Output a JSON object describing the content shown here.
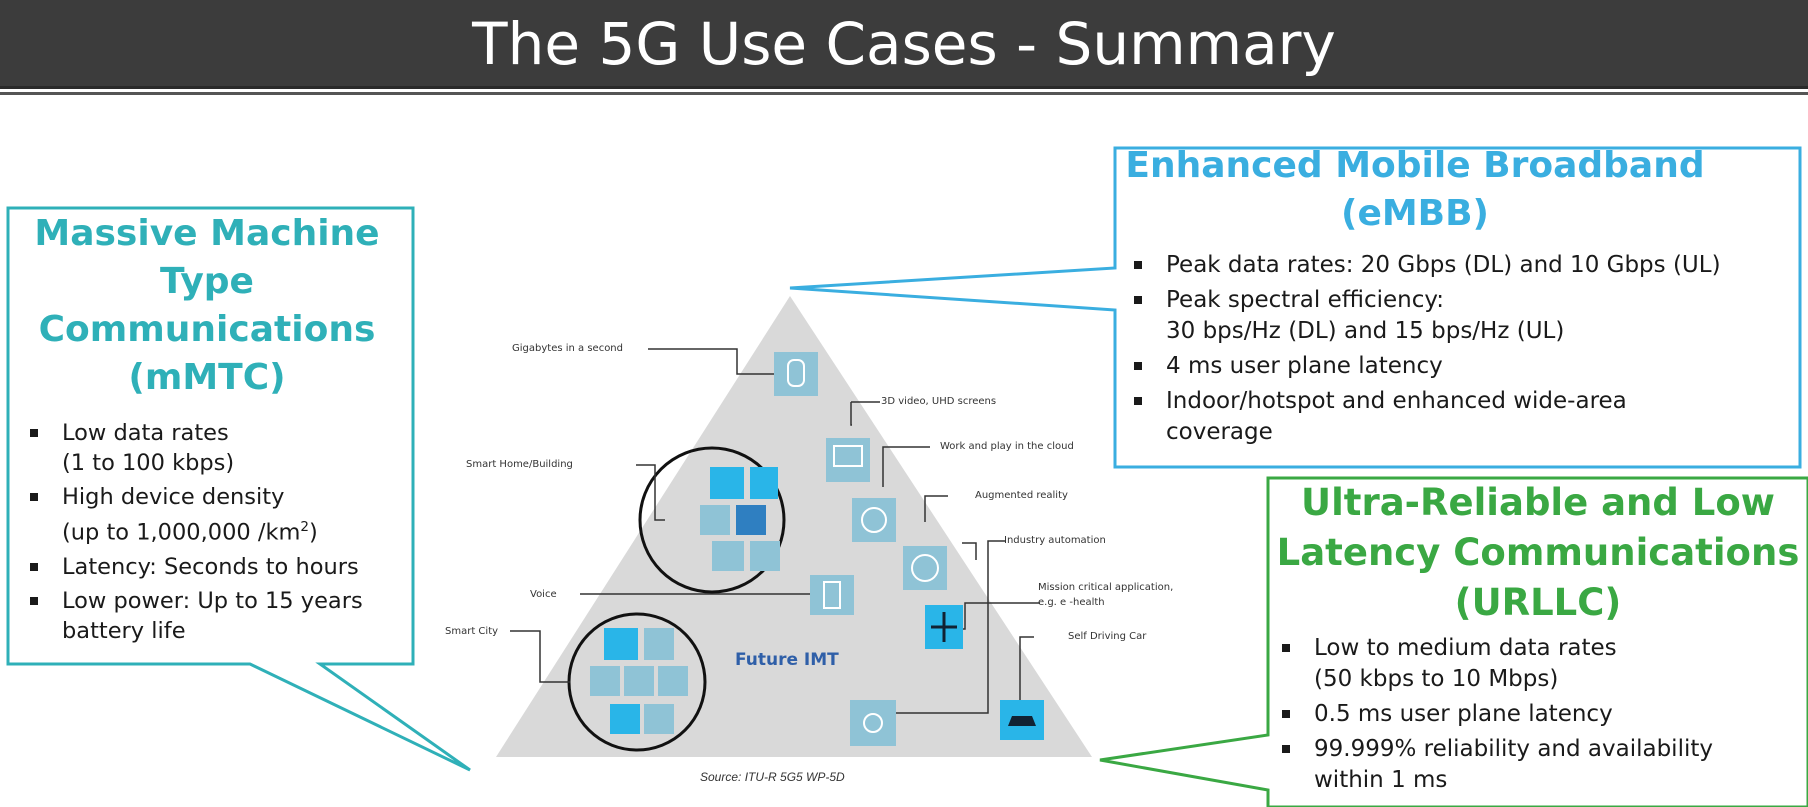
{
  "title": "The 5G Use Cases - Summary",
  "colors": {
    "mmtc": "#2fb0b8",
    "embb": "#3aaee0",
    "urllc": "#3aa843",
    "header_bg": "#3c3c3c",
    "pyramid": "#d9d9d9",
    "icon_tile": "#8fc3d6",
    "icon_tile_bright": "#29b5e8"
  },
  "mmtc": {
    "title": "Massive Machine Type Communications (mMTC)",
    "bullets": [
      {
        "line1": "Low data rates",
        "line2": "(1 to 100 kbps)"
      },
      {
        "line1": "High device density",
        "line2": "(up to 1,000,000 /km",
        "sup": "2",
        "line2_end": ")"
      },
      {
        "line1": "Latency: Seconds to hours"
      },
      {
        "line1": "Low power: Up to 15 years",
        "line2": "battery life"
      }
    ]
  },
  "embb": {
    "title_line1": "Enhanced Mobile Broadband",
    "title_line2": "(eMBB)",
    "bullets": [
      {
        "line1": "Peak data rates: 20 Gbps (DL) and 10 Gbps (UL)"
      },
      {
        "line1": "Peak spectral efficiency:",
        "line2": "30 bps/Hz (DL)  and 15 bps/Hz (UL)"
      },
      {
        "line1": "4 ms user plane latency"
      },
      {
        "line1": "Indoor/hotspot and enhanced wide-area",
        "line2": "coverage"
      }
    ]
  },
  "urllc": {
    "title_line1": "Ultra-Reliable and Low",
    "title_line2": "Latency Communications",
    "title_line3": "(URLLC)",
    "bullets": [
      {
        "line1": "Low to medium data rates",
        "line2": "(50 kbps to 10 Mbps)"
      },
      {
        "line1": "0.5 ms user plane latency"
      },
      {
        "line1": "99.999% reliability and availability",
        "line2": "within 1 ms"
      }
    ]
  },
  "diagram": {
    "center_label": "Future IMT",
    "source": "Source: ITU-R 5G5 WP-5D",
    "labels": {
      "gigabytes": "Gigabytes in a second",
      "video": "3D video, UHD screens",
      "cloud": "Work and play in the cloud",
      "smart_home": "Smart Home/Building",
      "ar": "Augmented reality",
      "industry": "Industry automation",
      "voice": "Voice",
      "mission1": "Mission critical application,",
      "mission2": "e.g. e   -health",
      "smart_city": "Smart City",
      "car": "Self Driving Car"
    }
  }
}
